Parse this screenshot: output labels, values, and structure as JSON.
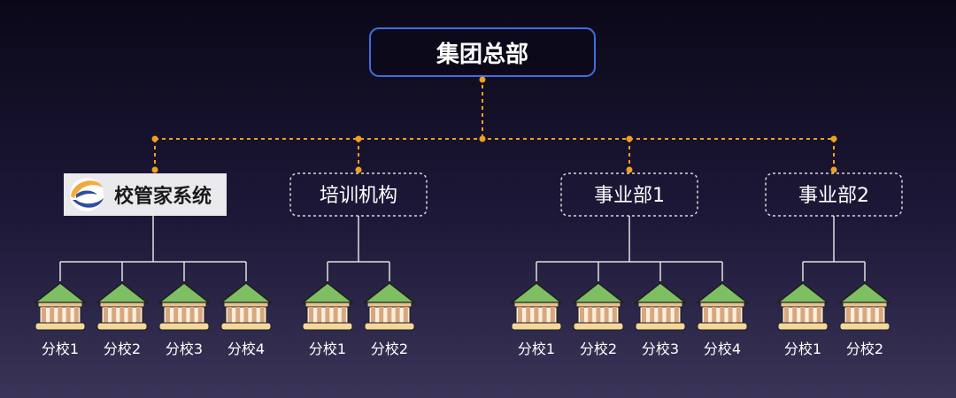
{
  "colors": {
    "accent_dotted": "#f0a020",
    "hq_border": "#3d6fe0",
    "node_border": "#d9d9d9",
    "tree_line": "#e0e0e0",
    "roof": "#7fbf63",
    "pillar": "#d9a77f",
    "base": "#f3d79b",
    "text": "#ffffff"
  },
  "hq": {
    "label": "集团总部"
  },
  "branches": [
    {
      "label": "校管家系统",
      "is_logo": true,
      "schools": [
        "分校1",
        "分校2",
        "分校3",
        "分校4"
      ]
    },
    {
      "label": "培训机构",
      "is_logo": false,
      "schools": [
        "分校1",
        "分校2"
      ]
    },
    {
      "label": "事业部1",
      "is_logo": false,
      "schools": [
        "分校1",
        "分校2",
        "分校3",
        "分校4"
      ]
    },
    {
      "label": "事业部2",
      "is_logo": false,
      "schools": [
        "分校1",
        "分校2"
      ]
    }
  ]
}
